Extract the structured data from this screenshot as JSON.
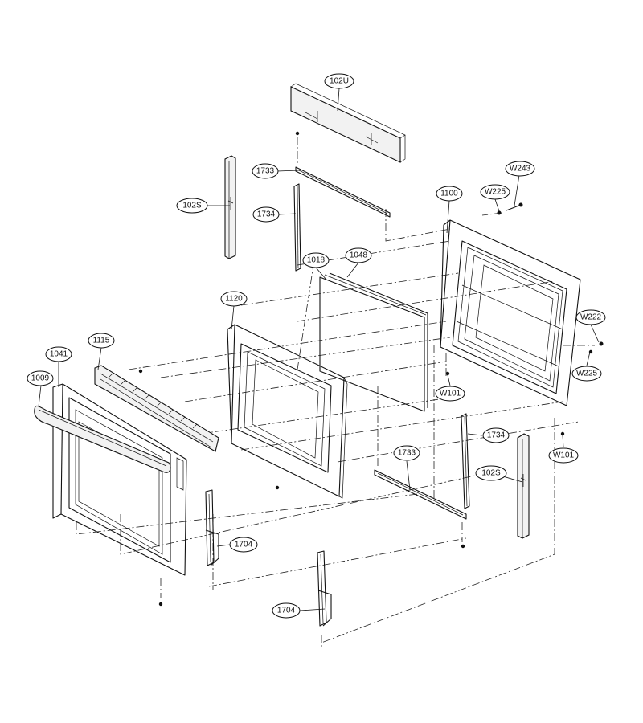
{
  "callouts": [
    {
      "id": "c-102U-top",
      "label": "102U"
    },
    {
      "id": "c-1733-top",
      "label": "1733"
    },
    {
      "id": "c-1734-top",
      "label": "1734"
    },
    {
      "id": "c-102S-left",
      "label": "102S"
    },
    {
      "id": "c-1100",
      "label": "1100"
    },
    {
      "id": "c-W225-top",
      "label": "W225"
    },
    {
      "id": "c-W243",
      "label": "W243"
    },
    {
      "id": "c-1018",
      "label": "1018"
    },
    {
      "id": "c-1048",
      "label": "1048"
    },
    {
      "id": "c-1120",
      "label": "1120"
    },
    {
      "id": "c-W222",
      "label": "W222"
    },
    {
      "id": "c-W225-right",
      "label": "W225"
    },
    {
      "id": "c-W101-mid",
      "label": "W101"
    },
    {
      "id": "c-1115",
      "label": "1115"
    },
    {
      "id": "c-1041",
      "label": "1041"
    },
    {
      "id": "c-1009",
      "label": "1009"
    },
    {
      "id": "c-1734-bottom",
      "label": "1734"
    },
    {
      "id": "c-W101-right",
      "label": "W101"
    },
    {
      "id": "c-1733-bottom",
      "label": "1733"
    },
    {
      "id": "c-102S-right",
      "label": "102S"
    },
    {
      "id": "c-1704-mid",
      "label": "1704"
    },
    {
      "id": "c-1704-bottom",
      "label": "1704"
    }
  ]
}
